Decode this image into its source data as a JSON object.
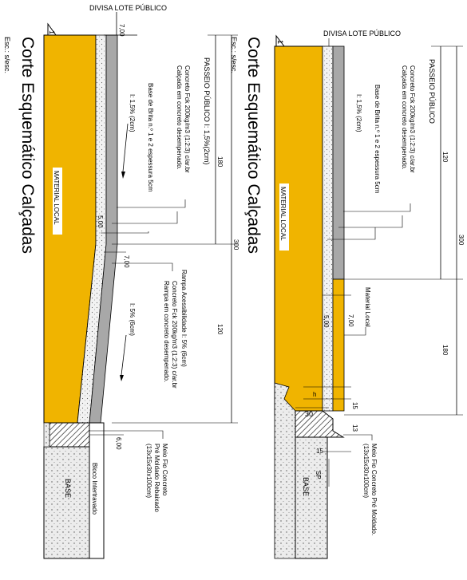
{
  "colors": {
    "material": "#f0b400",
    "concrete": "#a8a8a8",
    "gravel": "#e8e8e8",
    "base": "#ececec",
    "line": "#000000"
  },
  "left": {
    "divisa": "DIVISA LOTE PÚBLICO",
    "dim_700_top": "7,00",
    "level_1": "1",
    "title": "Corte Esquemático Calçadas",
    "scale": "Esc.: s/esc.",
    "passeio": "PASSEIO PÚBLICO I: 1,5%(2cm)",
    "concreto": "Concreto Fck 200kg/m3 (1:2:3) c/ar.br",
    "calcada": "Calçada em concreto desempenado.",
    "brita": "Base de Brita n.º 1 e 2 espessura 5cm",
    "incl1": "I: 1,5% (2cm)",
    "material": "MATERIAL LOCAL",
    "dim_500": "5,00",
    "dim_180": "180",
    "dim_300": "300",
    "dim_120": "120",
    "dim_700_mid": "7,00",
    "rampa": "Rampa Acessibilidade I: 5% (6cm)",
    "concreto2": "Concreto Fck 200kg/m3 (1:2:3) c/ar.br",
    "rampa2": "Rampa em concreto desempenado.",
    "incl2": "I: 5% (6cm)",
    "dim_600": "6,00",
    "bloco": "Bloco Intertravado",
    "base": "BASE",
    "meio1": "Meio Fio Concreto",
    "meio2": "Pré Moldado Rebaixado",
    "meio3": "(13x15x30x100cm)"
  },
  "right": {
    "divisa": "DIVISA LOTE PÚBLICO",
    "level_1": "1",
    "title": "Corte Esquemático Calçadas",
    "scale": "Esc.: s/esc.",
    "passeio": "PASSEIO PÚBLICO",
    "concreto": "Concreto Fck 200kg/m3 (1:2:3) c/ar.br",
    "calcada": "Calçada em concreto desempenado.",
    "brita": "Base de Brita n.º 1 e 2 espessura 5cm",
    "incl": "I: 1,5% (2cm)",
    "material": "MATERIAL LOCAL",
    "dim_120": "120",
    "dim_300": "300",
    "dim_180": "180",
    "mat_local": "Material Local",
    "dim_700": "7,00",
    "dim_500": "5,00",
    "h": "h",
    "dim_15": "15",
    "dim_30": "30",
    "dim_13": "13",
    "dim_15b": "15",
    "sp": "SP",
    "base": "BASE",
    "meio1": "Meio Fio Concreto Pré Moldado.",
    "meio2": "(13x15x30x100cm)"
  }
}
